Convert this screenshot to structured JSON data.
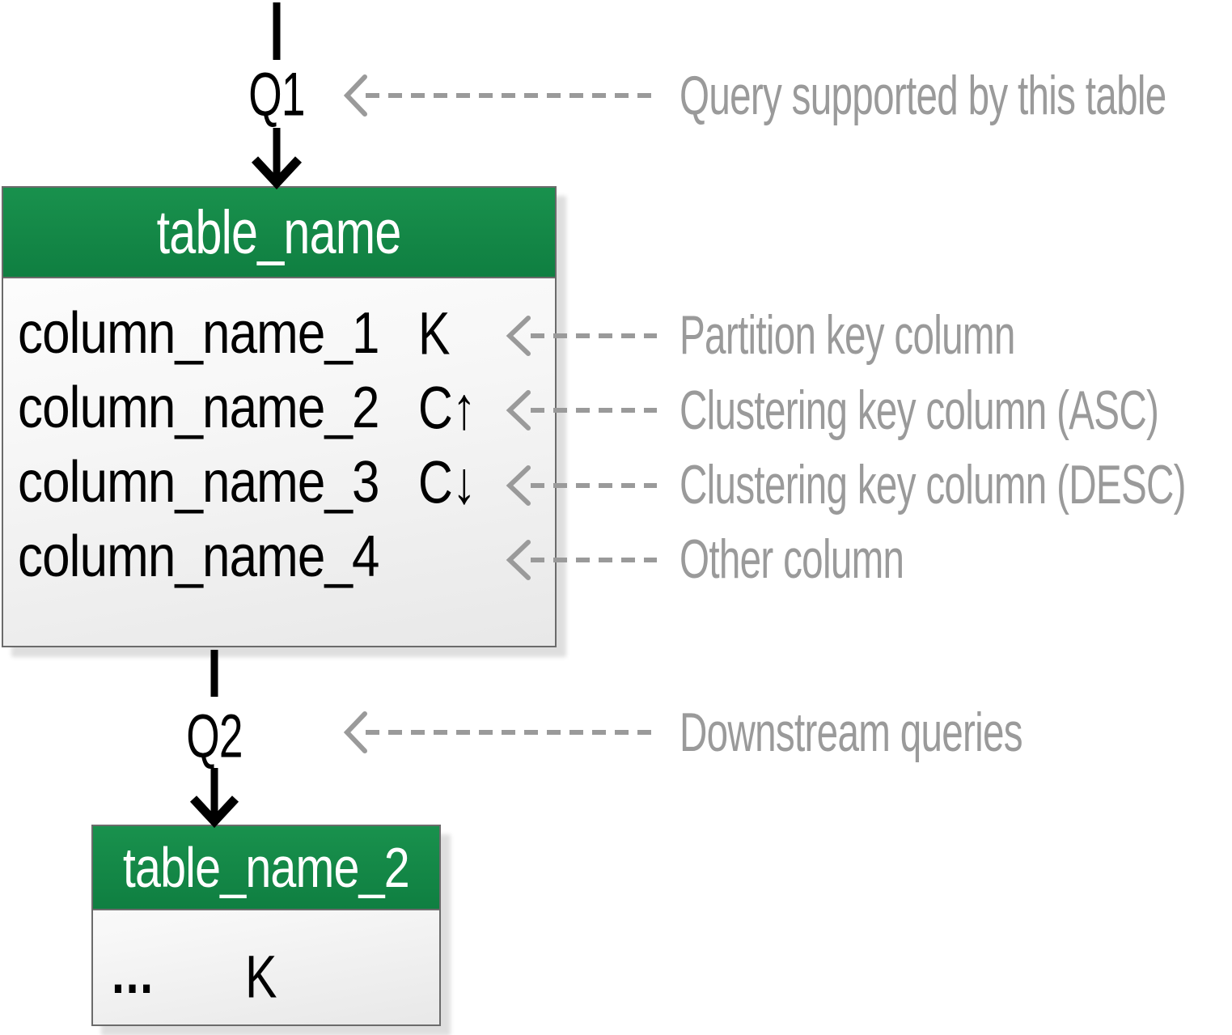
{
  "q1": {
    "label": "Q1",
    "annotation": "Query supported by this table"
  },
  "q2": {
    "label": "Q2",
    "annotation": "Downstream queries"
  },
  "table1": {
    "title": "table_name",
    "rows": [
      {
        "name": "column_name_1",
        "key": "K",
        "annotation": "Partition key column"
      },
      {
        "name": "column_name_2",
        "key": "C↑",
        "annotation": "Clustering key column (ASC)"
      },
      {
        "name": "column_name_3",
        "key": "C↓",
        "annotation": "Clustering key column (DESC)"
      },
      {
        "name": "column_name_4",
        "key": "",
        "annotation": "Other column"
      }
    ]
  },
  "table2": {
    "title": "table_name_2",
    "rows": [
      {
        "name": "...",
        "key": "K"
      }
    ]
  },
  "colors": {
    "table_header_green": "#128a48",
    "table_border_gray": "#6b6b6b",
    "annotation_gray": "#9a9a9a",
    "arrow_black": "#000000",
    "card_body_light": "#f2f2f2"
  }
}
